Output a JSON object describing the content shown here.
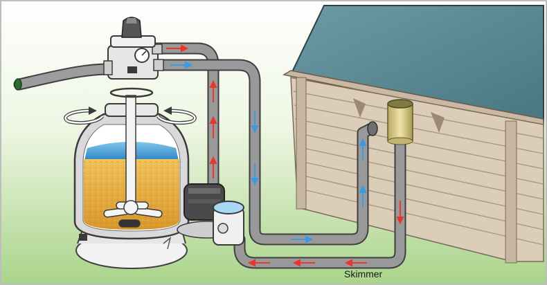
{
  "labels": {
    "skimmer": "Skimmer"
  },
  "colors": {
    "sky_top": "#ffffff",
    "grass": "#a9d48a",
    "wood": "#d7c8b4",
    "wood_dark": "#a99880",
    "water": "#5d8a97",
    "pipe": "#8f8f8f",
    "pipe_outline": "#3f3f3f",
    "flow_return": "#e8372f",
    "flow_supply": "#3a9be0",
    "sand": "#eab24a",
    "tank": "#d9d9d9",
    "skimmer_body": "#d8cc8a"
  },
  "components": [
    "sand-filter",
    "multiport-valve",
    "pressure-gauge",
    "pump",
    "pool",
    "skimmer",
    "backwash-hose",
    "return-pipe",
    "suction-pipe"
  ]
}
